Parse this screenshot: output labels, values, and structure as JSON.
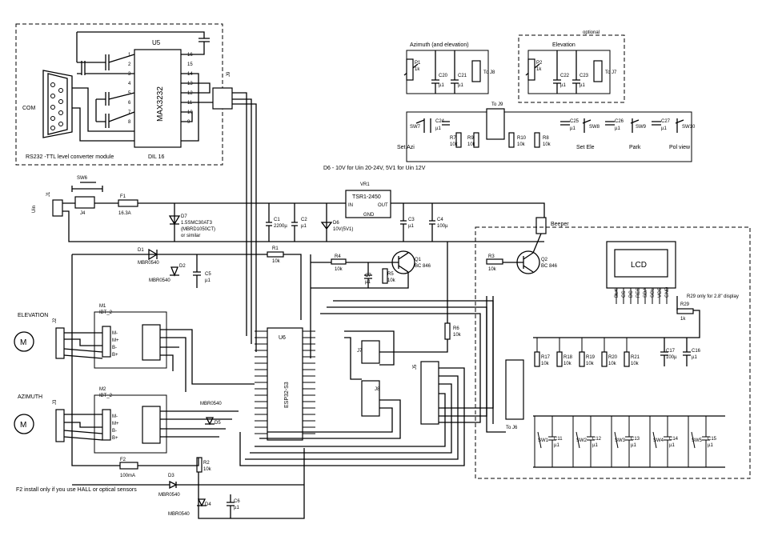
{
  "rs232_module": {
    "caption": "RS232 -TTL level converter module",
    "u5_ref": "U5",
    "u5_part": "MAX3232",
    "u5_pkg": "DIL 16",
    "com_label": "COM",
    "j9_ref": "J9",
    "left_pins": [
      "1",
      "2",
      "3",
      "4",
      "5",
      "6",
      "7",
      "8"
    ],
    "right_pins": [
      "16",
      "15",
      "14",
      "13",
      "12",
      "11",
      "10",
      "9"
    ]
  },
  "pots": {
    "az_title": "Azimuth (and elevation)",
    "el_title": "Elevation",
    "optional": "optional",
    "p1_ref": "P1",
    "p1_val": "1k",
    "p2_ref": "P2",
    "p2_val": "1k",
    "c20": "C20",
    "c21": "C21",
    "c22": "C22",
    "c23": "C23",
    "mu1": "µ1",
    "to_j8": "To J8",
    "to_j7": "To J7"
  },
  "switch_panel": {
    "j9_ref": "To J9",
    "sw7": "SW7",
    "sw8": "SW8",
    "sw9": "SW9",
    "sw10": "SW10",
    "c24": "C24",
    "c25": "C25",
    "c26": "C26",
    "c27": "C27",
    "r7": "R7",
    "r8": "R8",
    "r9": "R9",
    "r10": "R10",
    "r_val": "10k",
    "mu1": "µ1",
    "set_azi": "Set Azi",
    "set_ele": "Set Ele",
    "park": "Park",
    "pol_view": "Pol view"
  },
  "notes": {
    "d6_note": "D6 - 10V for Uin 20-24V, 5V1 for Uin 12V",
    "f2_note": "F2 install only if you use HALL or optical sensors",
    "r29_note": "R29 only for 2.8\" display"
  },
  "power": {
    "uin": "Uin",
    "j1": "J1",
    "j4": "J4",
    "sw6": "SW6",
    "f1": "F1",
    "f1_val": "16.3A",
    "d7": "D7",
    "d7_part": "1.5SMC30AT3",
    "d7_alt": "(MBRD1050CT)",
    "d7_or": "or similar",
    "vr1": "VR1",
    "vr1_part": "TSR1-2450",
    "in": "IN",
    "out": "OUT",
    "gnd": "GND",
    "c1": "C1",
    "c1_val": "2200µ",
    "c2": "C2",
    "c2_val": "µ1",
    "d6": "D6",
    "d6_val": "10V(5V1)",
    "c3": "C3",
    "c3_val": "µ1",
    "c4": "C4",
    "c4_val": "100µ",
    "beeper": "Beeper"
  },
  "transistors": {
    "r4": "R4",
    "r4_val": "10k",
    "q1": "Q1",
    "q1_part": "BC 846",
    "c7": "C7",
    "c7_val": "µ1",
    "r5": "R5",
    "r5_val": "10k",
    "r3": "R3",
    "r3_val": "10k",
    "q2": "Q2",
    "q2_part": "BC 846"
  },
  "driver": {
    "d1": "D1",
    "d1_part": "MBR0540",
    "d2": "D2",
    "d2_part": "MBR0540",
    "c5": "C5",
    "c5_val": "µ1",
    "r1": "R1",
    "r1_val": "10k",
    "elevation": "ELEVATION",
    "azimuth": "AZIMUTH",
    "j2": "J2",
    "j3": "J3",
    "m1": "M1",
    "m2": "M2",
    "ibt": "IBT_2",
    "m_pins": [
      "M-",
      "M+",
      "B-",
      "B+"
    ],
    "d5_part": "MBR0540",
    "d5": "D5",
    "f2": "F2",
    "f2_val": "100mA",
    "r2": "R2",
    "r2_val": "10k",
    "d3": "D3",
    "d3_part": "MBR0540",
    "d4": "D4",
    "d4_part": "MBR0540",
    "c6": "C6",
    "c6_val": "µ1"
  },
  "mcu": {
    "u6": "U6",
    "part": "ESP32-S3",
    "j7": "J7",
    "j8": "J8",
    "j5": "J5",
    "r6": "R6",
    "r6_val": "10k"
  },
  "lcd_module": {
    "lcd": "LCD",
    "pins": [
      "BLK",
      "CS",
      "DC",
      "RES",
      "SDA",
      "SCL",
      "VCC",
      "GND"
    ],
    "r29": "R29",
    "r29_val": "1k",
    "r17": "R17",
    "r18": "R18",
    "r19": "R19",
    "r20": "R20",
    "r21": "R21",
    "r_val": "10k",
    "c17": "C17",
    "c17_val": "100µ",
    "c16": "C16",
    "c16_val": "µ1",
    "to_j6": "To J6",
    "sw1": "SW1",
    "sw2": "SW2",
    "sw3": "SW3",
    "sw4": "SW4",
    "sw5": "SW5",
    "c11": "C11",
    "c12": "C12",
    "c13": "C13",
    "c14": "C14",
    "c15": "C15",
    "mu1": "µ1"
  }
}
